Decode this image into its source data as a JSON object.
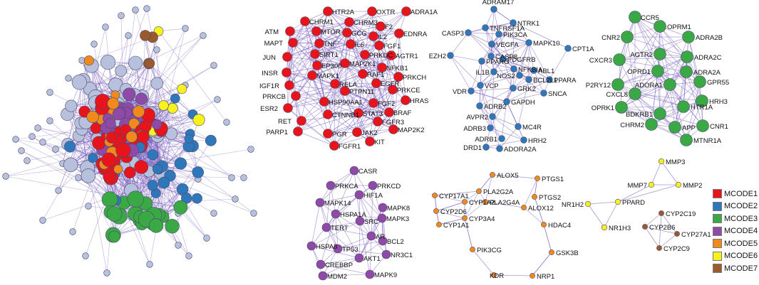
{
  "colors": {
    "MCODE1": "#e8141c",
    "MCODE2": "#2f77bb",
    "MCODE3": "#3aa845",
    "MCODE4": "#8e4aa6",
    "MCODE5": "#f08a1c",
    "MCODE6": "#f7f21e",
    "MCODE7": "#9a5a2e",
    "other": "#b7c1dd",
    "edge": "#7a5fbf"
  },
  "legend": [
    {
      "label": "MCODE1",
      "key": "MCODE1"
    },
    {
      "label": "MCODE2",
      "key": "MCODE2"
    },
    {
      "label": "MCODE3",
      "key": "MCODE3"
    },
    {
      "label": "MCODE4",
      "key": "MCODE4"
    },
    {
      "label": "MCODE5",
      "key": "MCODE5"
    },
    {
      "label": "MCODE6",
      "key": "MCODE6"
    },
    {
      "label": "MCODE7",
      "key": "MCODE7"
    }
  ],
  "clusters": {
    "MCODE1": [
      "HTR2A",
      "OXTR",
      "ADRA1A",
      "CHRM1",
      "CHRM3",
      "F2",
      "ATM",
      "MTOR",
      "GCG",
      "IL2",
      "EDNRA",
      "MAPT",
      "TNF",
      "IL6",
      "FGF1",
      "SIRT1",
      "PRKDC",
      "AGTR1",
      "JUN",
      "EP300",
      "MAP2K1",
      "NFKB1",
      "INSR",
      "MAPK1",
      "RAF1",
      "PRKCH",
      "IGF1R",
      "RELA",
      "EGFR",
      "PRKCB",
      "PTPN11",
      "PRKCE",
      "HSP90AA1",
      "HRAS",
      "ESR2",
      "FGF2",
      "CTNNB1",
      "STAT3",
      "BRAF",
      "RET",
      "FGFR3",
      "PARP1",
      "PGR",
      "JAK2",
      "MAP2K2",
      "FGFR1",
      "KIT"
    ],
    "MCODE2": [
      "ADRAM17",
      "NTRK1",
      "TNFRSF1A",
      "CASP3",
      "PIK3CA",
      "VEGFA",
      "MAPK10",
      "CPT1A",
      "CASP8",
      "PDGFRB",
      "EZH2",
      "PPARG",
      "NFKBIA",
      "ABL1",
      "IL1B",
      "NOS2",
      "BCL2L1",
      "PPARA",
      "VCP",
      "GRK2",
      "VDR",
      "SNCA",
      "GAPDH",
      "ADRB2",
      "AVPR2",
      "MC4R",
      "ADRB3",
      "ADRB1",
      "HRH2",
      "DRD1",
      "ADORA2A"
    ],
    "MCODE3": [
      "CCR5",
      "OPRM1",
      "CNR2",
      "ADRA2B",
      "AGTR2",
      "ADRA2C",
      "CXCR3",
      "OPRD1",
      "ADRA2A",
      "P2RY12",
      "GPR55",
      "ADORA1",
      "CXCL8",
      "HRH3",
      "OPRK1",
      "HTR1A",
      "BDKRB1",
      "CHRM2",
      "APP",
      "CNR1",
      "MTNR1A"
    ],
    "MCODE4": [
      "CASR",
      "PRKCA",
      "PRKCD",
      "HIF1A",
      "MAPK14",
      "MAPK8",
      "HSPA1A",
      "MAPK3",
      "SRC",
      "TERT",
      "AR",
      "BCL2",
      "HSPA8",
      "TP53",
      "NR3C1",
      "AKT1",
      "CREBBP",
      "MDM2",
      "MAPK9"
    ],
    "MCODE5": [
      "ALOX5",
      "PTGS1",
      "CYP17A1",
      "PLA2G2A",
      "PTGS2",
      "CYP2D6",
      "CYP1A2",
      "PLA2G4A",
      "ALOX12",
      "CYP3A4",
      "CYP1A1",
      "HDAC4",
      "PIK3CG",
      "GSK3B",
      "KDR",
      "NRP1"
    ],
    "MCODE6": [
      "MMP3",
      "MMP7",
      "MMP2",
      "NR1H2",
      "PPARD",
      "NR1H3"
    ],
    "MCODE7": [
      "CYP2C19",
      "CYP2B6",
      "CYP27A1",
      "CYP2C9"
    ]
  }
}
